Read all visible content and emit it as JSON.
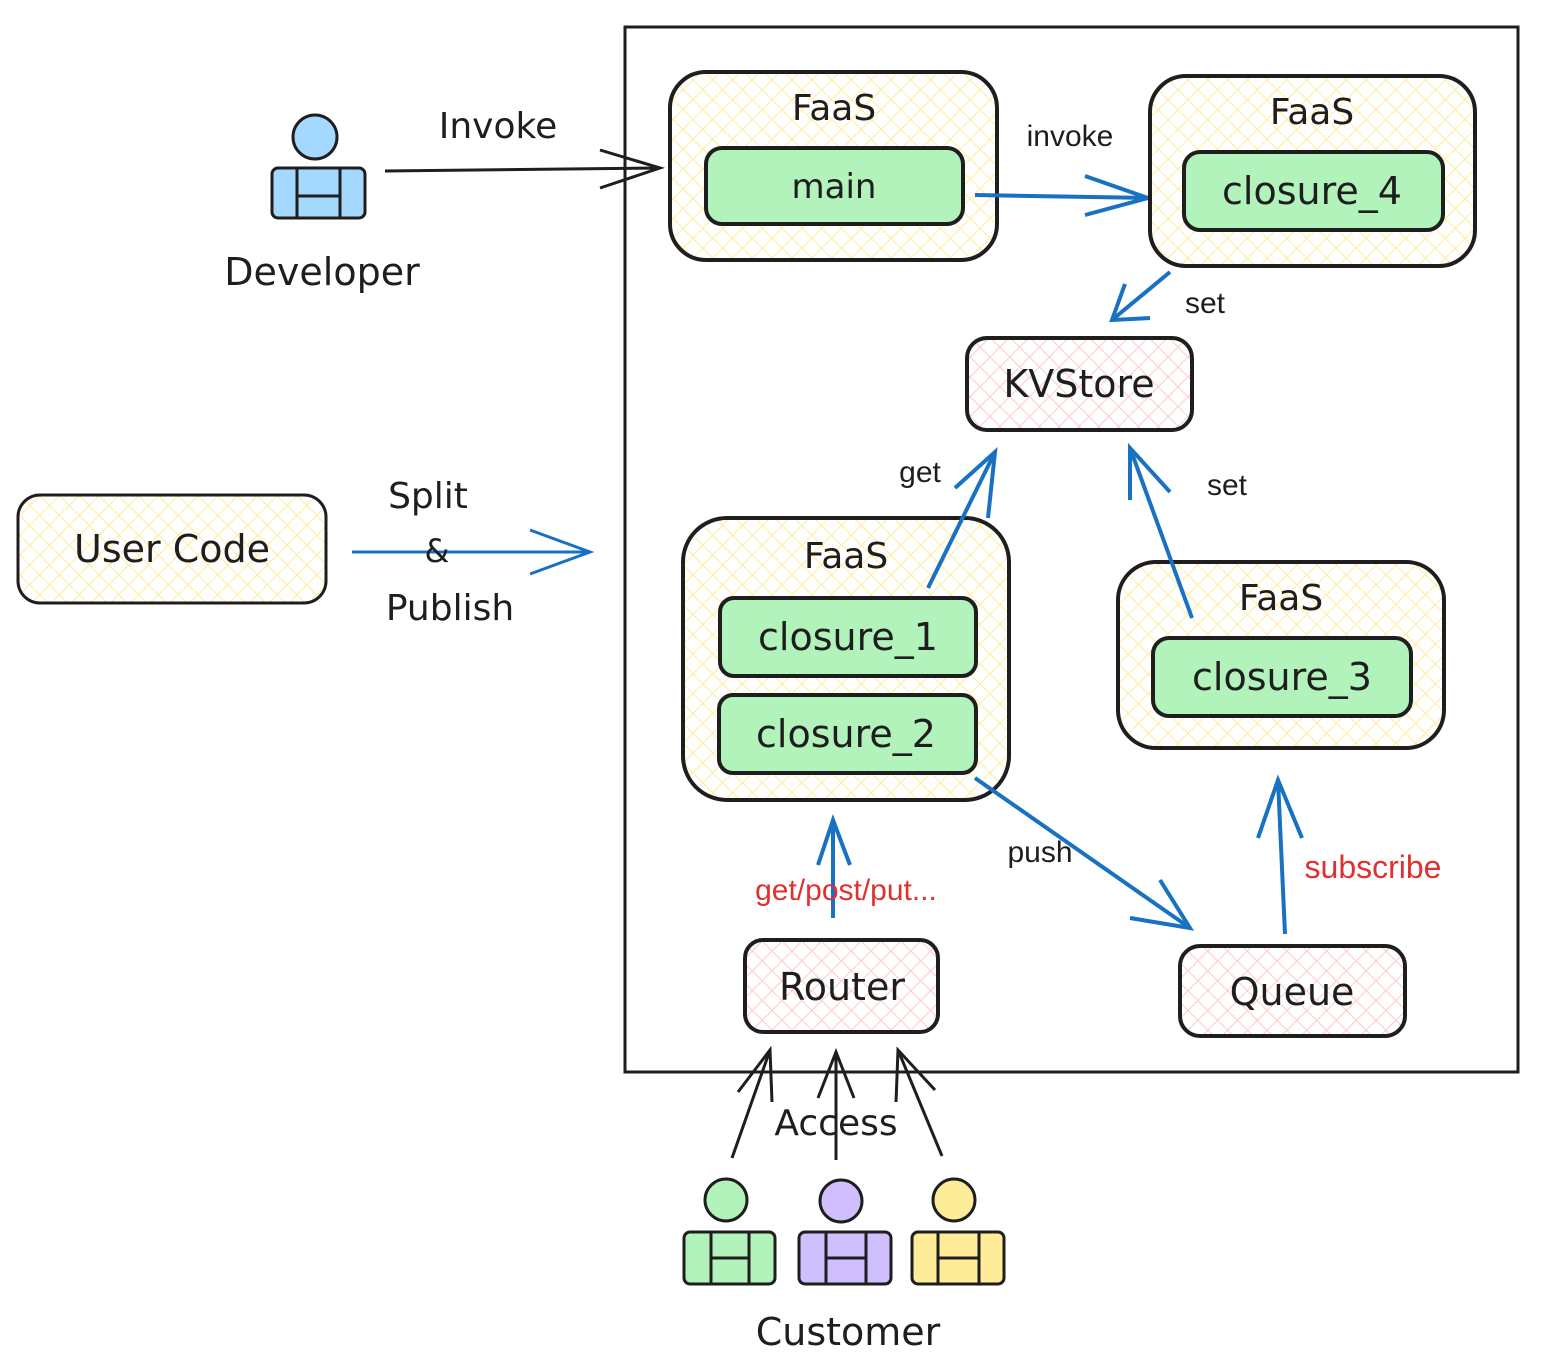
{
  "colors": {
    "stroke": "#1e1e1e",
    "faas_fill": "#ffec99",
    "closure_fill": "#b2f2bb",
    "service_fill": "#ffc9c9",
    "arrow_blue": "#1971c2",
    "label_red": "#e03131",
    "developer": "#a5d8ff",
    "customer_green": "#b2f2bb",
    "customer_purple": "#d0bfff",
    "customer_yellow": "#ffec99"
  },
  "actors": {
    "developer": "Developer",
    "customer": "Customer",
    "user_code": "User Code"
  },
  "faas": [
    {
      "title": "FaaS",
      "closures": [
        "main"
      ]
    },
    {
      "title": "FaaS",
      "closures": [
        "closure_4"
      ]
    },
    {
      "title": "FaaS",
      "closures": [
        "closure_1",
        "closure_2"
      ]
    },
    {
      "title": "FaaS",
      "closures": [
        "closure_3"
      ]
    }
  ],
  "services": {
    "kvstore": "KVStore",
    "router": "Router",
    "queue": "Queue"
  },
  "edges": {
    "developer_invoke": "Invoke",
    "split": "Split",
    "amp": "&",
    "publish": "Publish",
    "main_invoke": "invoke",
    "c4_set": "set",
    "c1_get": "get",
    "c3_set": "set",
    "push": "push",
    "router_methods": "get/post/put...",
    "subscribe": "subscribe",
    "access": "Access"
  }
}
